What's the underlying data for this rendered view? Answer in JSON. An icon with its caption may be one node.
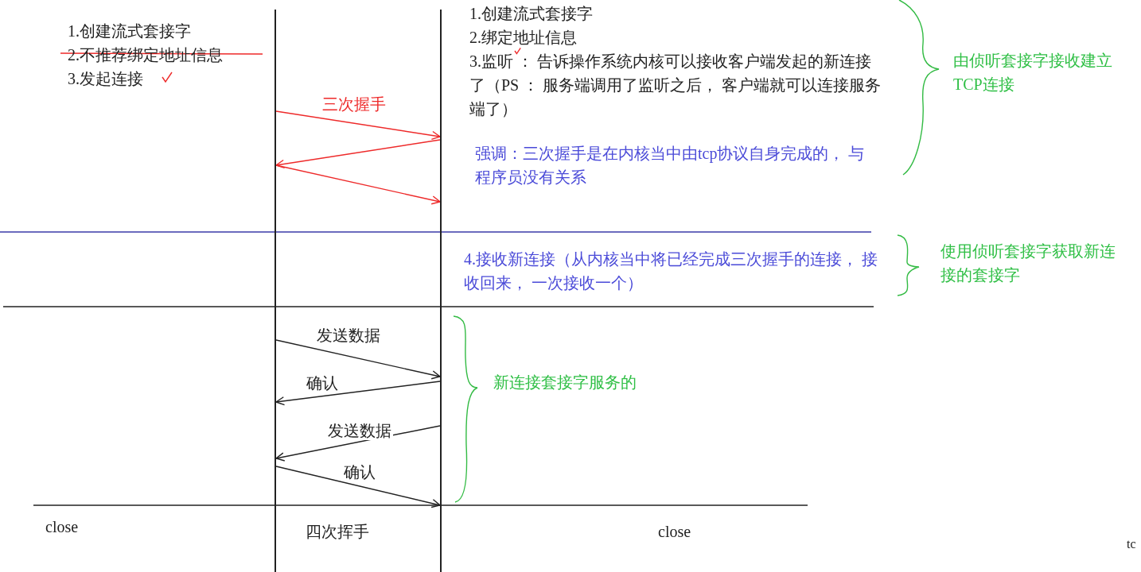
{
  "diagram": {
    "nodes": [
      {
        "text": [],
        "shape": "bar"
      },
      {
        "text": [],
        "shape": "bar"
      }
    ],
    "edges": [
      {
        "from": 0,
        "to": 1,
        "arrow": "to",
        "color": "#ee2a2a"
      },
      {
        "from": 1,
        "to": 0,
        "arrow": "to",
        "color": "#ee2a2a"
      },
      {
        "from": 0,
        "to": 1,
        "arrow": "to",
        "color": "#ee2a2a"
      },
      {
        "from": 0,
        "to": 1,
        "arrow": "to",
        "label": "发送数据"
      },
      {
        "from": 1,
        "to": 0,
        "arrow": "to",
        "label": "确认"
      },
      {
        "from": 1,
        "to": 0,
        "arrow": "to",
        "label": "发送数据"
      },
      {
        "from": 0,
        "to": 1,
        "arrow": "to",
        "label": "确认"
      }
    ],
    "labels": [
      "1.创建流式套接字",
      "2.不推荐绑定地址信息",
      "3.发起连接",
      "1.创建流式套接字",
      "2.绑定地址信息",
      "3.监听 ： 告诉操作系统内核可以接收客户端发起的新连接了（PS ： 服务端调用了监听之后， 客户端就可以连接服务端了）",
      "三次握手",
      "强调：三次握手是在内核当中由tcp协议自身完成的， 与程序员没有关系",
      "由侦听套接字接收建立TCP连接",
      "4.接收新连接（从内核当中将已经完成三次握手的连接， 接收回来， 一次接收一个）",
      "使用侦听套接字获取新连接的套接字",
      "新连接套接字服务的",
      "close",
      "四次挥手",
      "close",
      "tc"
    ]
  }
}
